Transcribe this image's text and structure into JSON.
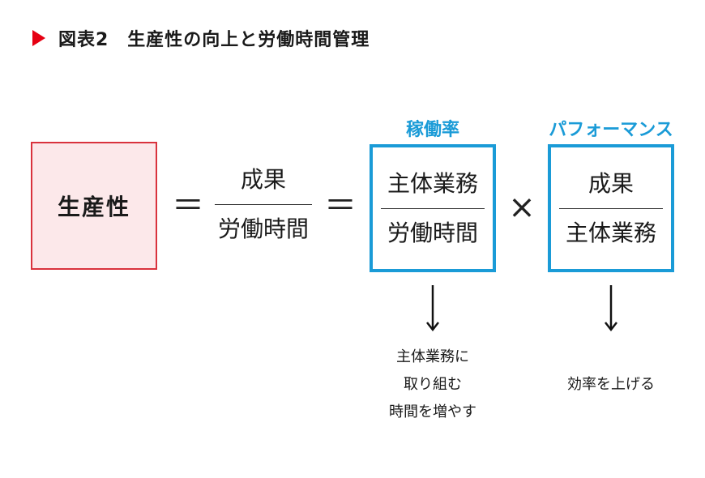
{
  "title": {
    "marker_color": "#e60012",
    "text": "図表2　生産性の向上と労働時間管理"
  },
  "productivity": {
    "label": "生産性",
    "fill_color": "#fce8ea",
    "border_color": "#d9323d"
  },
  "operators": {
    "equals_1": "＝",
    "equals_2": "＝",
    "multiply": "×"
  },
  "fraction_main": {
    "numerator": "成果",
    "denominator": "労働時間"
  },
  "operating_rate": {
    "heading": "稼働率",
    "numerator": "主体業務",
    "denominator": "労働時間",
    "note_lines": [
      "主体業務に",
      "取り組む",
      "時間を増やす"
    ]
  },
  "performance": {
    "heading": "パフォーマンス",
    "numerator": "成果",
    "denominator": "主体業務",
    "note_lines": [
      "効率を上げる"
    ]
  },
  "accent_color": "#1a9bd7",
  "icons": {
    "title_marker": "triangle-right-icon",
    "down_arrow": "down-arrow-icon"
  }
}
